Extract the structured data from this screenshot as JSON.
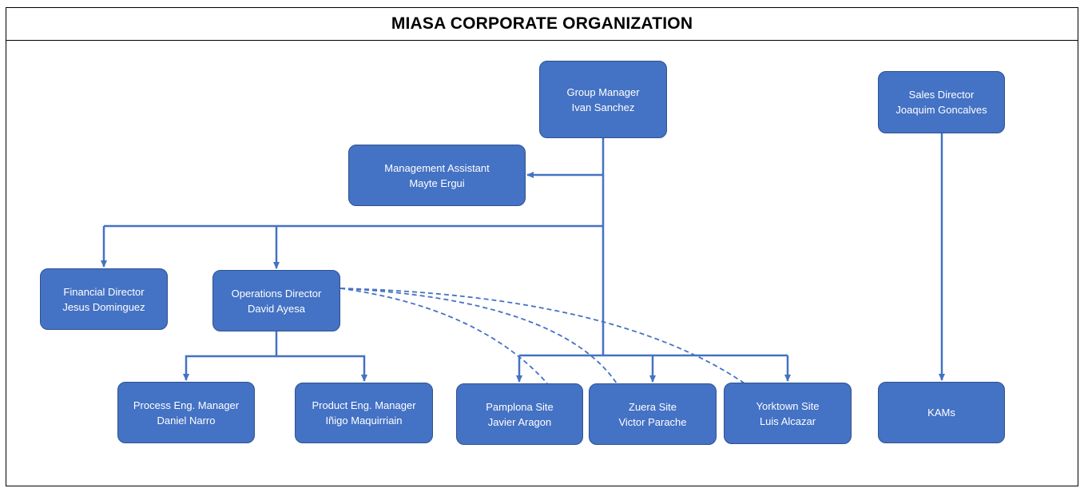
{
  "title": "MIASA CORPORATE ORGANIZATION",
  "colors": {
    "node_fill": "#4472c4",
    "node_border": "#2f528f",
    "connector": "#4472c4",
    "frame": "#000000"
  },
  "nodes": {
    "group_manager": {
      "role": "Group Manager",
      "name": "Ivan Sanchez"
    },
    "management_assistant": {
      "role": "Management Assistant",
      "name": "Mayte Ergui"
    },
    "sales_director": {
      "role": "Sales Director",
      "name": "Joaquim Goncalves"
    },
    "financial_director": {
      "role": "Financial Director",
      "name": "Jesus Dominguez"
    },
    "operations_director": {
      "role": "Operations Director",
      "name": "David Ayesa"
    },
    "process_eng_manager": {
      "role": "Process Eng. Manager",
      "name": "Daniel Narro"
    },
    "product_eng_manager": {
      "role": "Product Eng. Manager",
      "name": "Iñigo Maquirriain"
    },
    "pamplona_site": {
      "role": "Pamplona Site",
      "name": "Javier Aragon"
    },
    "zuera_site": {
      "role": "Zuera Site",
      "name": "Victor Parache"
    },
    "yorktown_site": {
      "role": "Yorktown Site",
      "name": "Luis Alcazar"
    },
    "kams": {
      "role": "KAMs"
    }
  }
}
